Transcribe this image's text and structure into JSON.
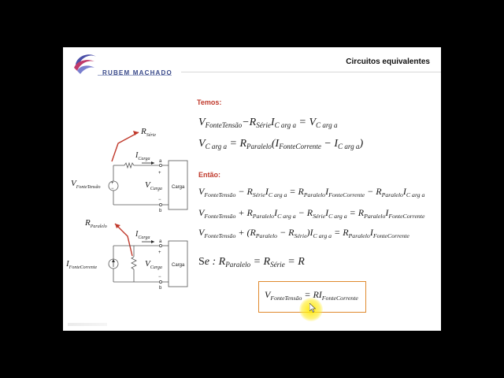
{
  "header": {
    "brand": "RUBEM MACHADO",
    "title": "Circuitos equivalentes"
  },
  "sections": {
    "temos": "Temos:",
    "entao": "Então:"
  },
  "colors": {
    "accent_red": "#c0392b",
    "box_orange": "#e08a2e",
    "brand_blue": "#3a4a8a",
    "cursor_yellow": "#ffe800"
  },
  "circuit_top": {
    "r_label": "R",
    "r_sub": "Série",
    "i_label": "I",
    "i_sub": "Carga",
    "v_src_label": "V",
    "v_src_sub": "FonteTensão",
    "v_load_label": "V",
    "v_load_sub": "Carga",
    "node_a": "a",
    "node_b": "b",
    "plus": "+",
    "minus": "−",
    "load_box": "Carga"
  },
  "circuit_bottom": {
    "r_label": "R",
    "r_sub": "Paralelo",
    "i_label": "I",
    "i_sub": "Carga",
    "i_src_label": "I",
    "i_src_sub": "FonteCorrente",
    "v_load_label": "V",
    "v_load_sub": "Carga",
    "node_a": "a",
    "node_b": "b",
    "plus": "+",
    "minus": "−",
    "load_box": "Carga"
  },
  "equations": {
    "temos_1": "V_FonteTensão − R_Série I_Carga = V_Carga",
    "temos_2": "V_Carga = R_Paralelo (I_FonteCorrente − I_Carga)",
    "entao_1": "V_FonteTensão − R_Série I_Carga = R_Paralelo I_FonteCorrente − R_Paralelo I_Carga",
    "entao_2": "V_FonteTensão + R_Paralelo I_Carga − R_Série I_Carga = R_Paralelo I_FonteCorrente",
    "entao_3": "V_FonteTensão + (R_Paralelo − R_Série) I_Carga = R_Paralelo I_FonteCorrente",
    "se": "Se : R_Paralelo = R_Série = R",
    "result": "V_FonteTensão = R I_FonteCorrente"
  }
}
